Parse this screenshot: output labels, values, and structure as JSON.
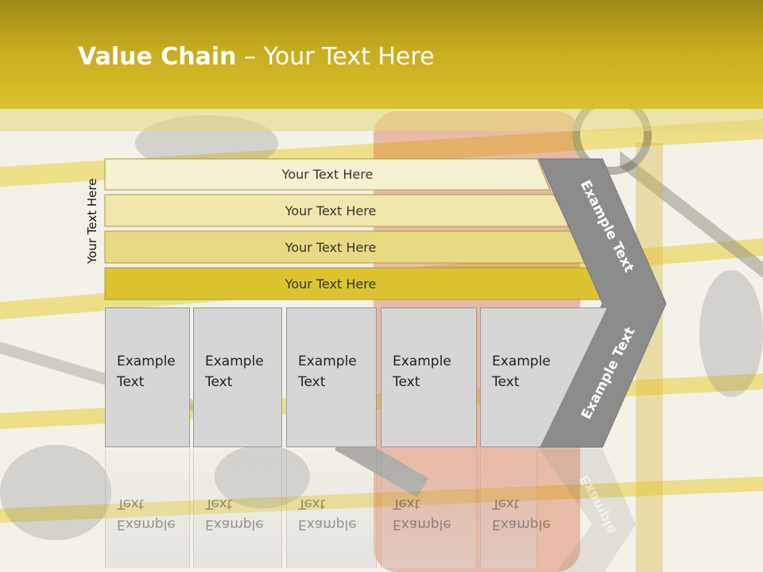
{
  "title": {
    "bold": "Value Chain",
    "rest": " – Your Text Here"
  },
  "side_label": "Your Text Here",
  "bars": [
    {
      "label": "Your Text Here",
      "color": "#f7f1d4"
    },
    {
      "label": "Your Text Here",
      "color": "#f1e7ad"
    },
    {
      "label": "Your Text Here",
      "color": "#e8da82"
    },
    {
      "label": "Your Text Here",
      "color": "#dcc431"
    }
  ],
  "boxes": [
    {
      "line1": "Example",
      "line2": "Text"
    },
    {
      "line1": "Example",
      "line2": "Text"
    },
    {
      "line1": "Example",
      "line2": "Text"
    },
    {
      "line1": "Example",
      "line2": "Text"
    },
    {
      "line1": "Example",
      "line2": "Text"
    }
  ],
  "chevron": {
    "upper_text": "Example Text",
    "lower_text": "Example Text",
    "color": "#8c8c8c"
  },
  "colors": {
    "header": "#c7ac20",
    "accent": "#dcc431"
  }
}
